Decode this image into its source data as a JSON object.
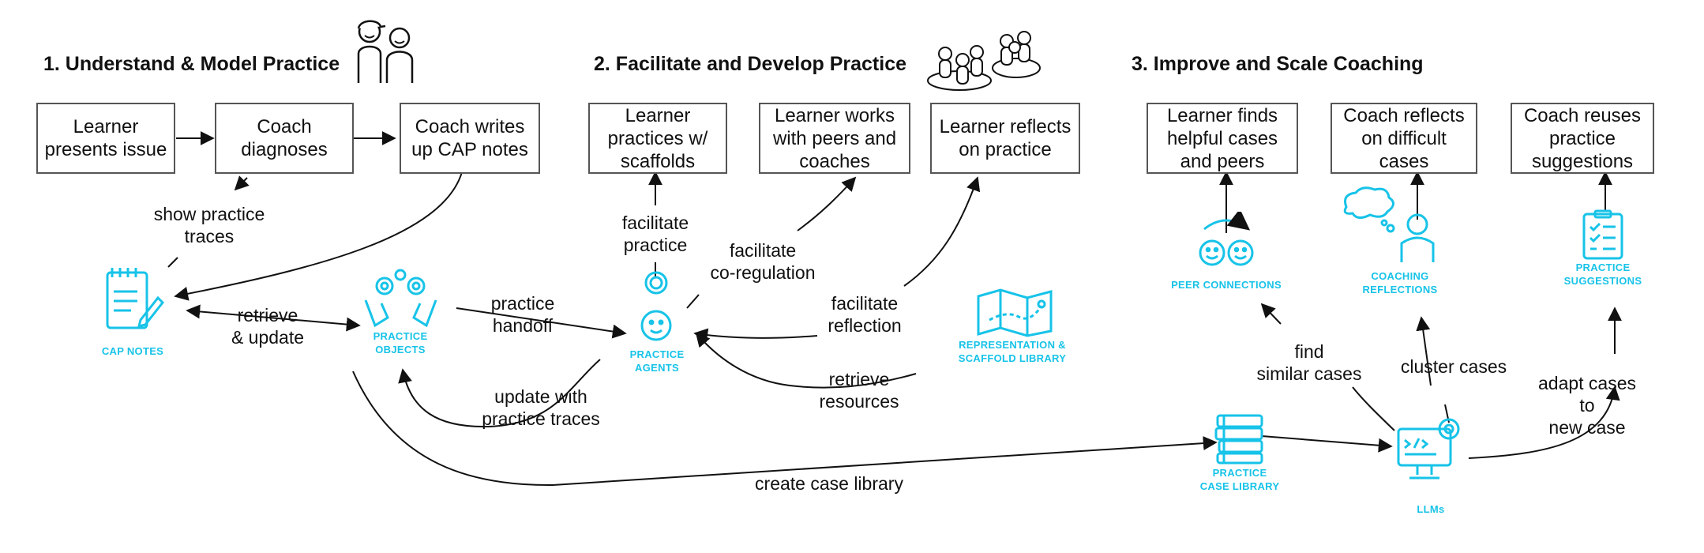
{
  "sections": [
    {
      "title": "1. Understand & Model Practice"
    },
    {
      "title": "2. Facilitate and Develop Practice"
    },
    {
      "title": "3. Improve and Scale Coaching"
    }
  ],
  "boxes": {
    "learner_presents": "Learner presents issue",
    "coach_diagnoses": "Coach diagnoses",
    "coach_writes": "Coach writes up CAP notes",
    "learner_practices": "Learner practices w/ scaffolds",
    "learner_works": "Learner works with peers and coaches",
    "learner_reflects": "Learner reflects on practice",
    "learner_finds": "Learner finds helpful cases and peers",
    "coach_reflects": "Coach reflects on difficult cases",
    "coach_reuses": "Coach reuses practice suggestions"
  },
  "edge_labels": {
    "show_traces": "show practice\ntraces",
    "retrieve_update": "retrieve\n& update",
    "practice_handoff": "practice\nhandoff",
    "update_traces": "update with\npractice traces",
    "facilitate_practice": "facilitate\npractice",
    "facilitate_coreg": "facilitate\nco-regulation",
    "facilitate_reflection": "facilitate\nreflection",
    "retrieve_resources": "retrieve\nresources",
    "create_case_library": "create case library",
    "find_similar": "find\nsimilar cases",
    "cluster_cases": "cluster cases",
    "adapt_cases": "adapt cases to\nnew case"
  },
  "components": {
    "cap_notes": "CAP NOTES",
    "practice_objects": "PRACTICE\nOBJECTS",
    "practice_agents": "PRACTICE\nAGENTS",
    "rep_scaffold": "REPRESENTATION &\nSCAFFOLD LIBRARY",
    "practice_case_library": "PRACTICE\nCASE LIBRARY",
    "llms": "LLMs",
    "peer_connections": "PEER CONNECTIONS",
    "coaching_reflections": "COACHING\nREFLECTIONS",
    "practice_suggestions": "PRACTICE\nSUGGESTIONS"
  },
  "colors": {
    "accent": "#17c3e8",
    "box_border": "#555555",
    "arrow": "#111111"
  },
  "icons": [
    "two-people-icon",
    "group-icon",
    "notepad-icon",
    "gears-hands-icon",
    "agent-icon",
    "map-icon",
    "books-icon",
    "computer-gear-icon",
    "peer-faces-icon",
    "thinking-person-icon",
    "clipboard-checklist-icon"
  ]
}
